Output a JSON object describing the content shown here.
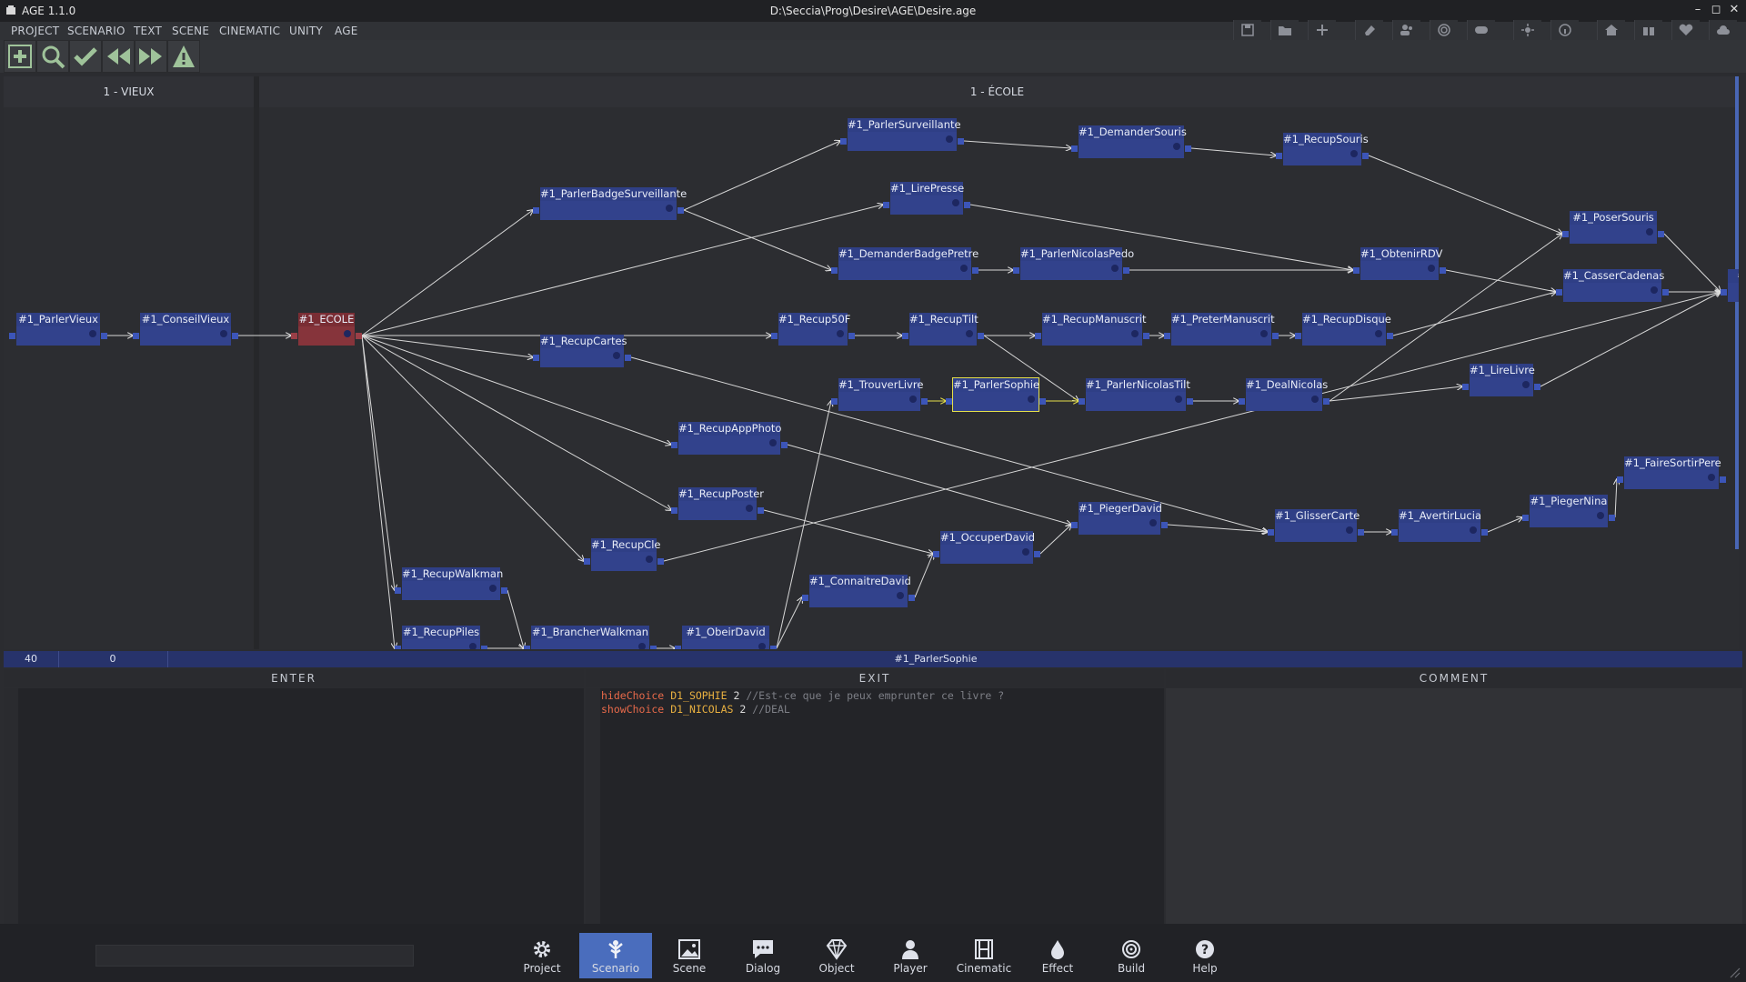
{
  "window": {
    "app_title": "AGE 1.1.0",
    "path": "D:\\Seccia\\Prog\\Desire\\AGE\\Desire.age",
    "min": "–",
    "max": "◻",
    "close": "✕"
  },
  "menu": [
    "PROJECT",
    "SCENARIO",
    "TEXT",
    "SCENE",
    "CINEMATIC",
    "UNITY",
    "AGE"
  ],
  "toolbar_icons": [
    "add-icon",
    "search-icon",
    "check-icon",
    "rewind-icon",
    "fast-forward-icon",
    "warning-icon"
  ],
  "right_toolbar_icons": [
    "save-icon",
    "folder-icon",
    "plus-icon",
    "eraser-icon",
    "users-icon",
    "spiral-icon",
    "gamepad-icon",
    "sun-icon",
    "info-icon",
    "home-icon",
    "gift-icon",
    "heart-icon",
    "cloud-icon"
  ],
  "graph": {
    "column_left": "1 - VIEUX",
    "column_main": "1 - ÉCOLE",
    "nodes": [
      {
        "id": "n0",
        "label": "#1_ParlerVieux"
      },
      {
        "id": "n1",
        "label": "#1_ConseilVieux"
      },
      {
        "id": "n2",
        "label": "#1_ECOLE"
      },
      {
        "id": "n3",
        "label": "#1_ParlerBadgeSurveillante"
      },
      {
        "id": "n4",
        "label": "#1_ParlerSurveillante"
      },
      {
        "id": "n5",
        "label": "#1_DemanderSouris"
      },
      {
        "id": "n6",
        "label": "#1_RecupSouris"
      },
      {
        "id": "n7",
        "label": "#1_LirePresse"
      },
      {
        "id": "n8",
        "label": "#1_DemanderBadgePretre"
      },
      {
        "id": "n9",
        "label": "#1_ParlerNicolasPedo"
      },
      {
        "id": "n10",
        "label": "#1_ObtenirRDV"
      },
      {
        "id": "n11",
        "label": "#1_PoserSouris"
      },
      {
        "id": "n12",
        "label": "#1_CasserCadenas"
      },
      {
        "id": "n13",
        "label": "#1_RecupCartes"
      },
      {
        "id": "n14",
        "label": "#1_Recup50F"
      },
      {
        "id": "n15",
        "label": "#1_RecupTilt"
      },
      {
        "id": "n16",
        "label": "#1_RecupManuscrit"
      },
      {
        "id": "n17",
        "label": "#1_PreterManuscrit"
      },
      {
        "id": "n18",
        "label": "#1_RecupDisque"
      },
      {
        "id": "n19",
        "label": "#1_TrouverLivre"
      },
      {
        "id": "n20",
        "label": "#1_ParlerSophie"
      },
      {
        "id": "n21",
        "label": "#1_ParlerNicolasTilt"
      },
      {
        "id": "n22",
        "label": "#1_DealNicolas"
      },
      {
        "id": "n23",
        "label": "#1_LireLivre"
      },
      {
        "id": "n24",
        "label": "#1_RecupAppPhoto"
      },
      {
        "id": "n25",
        "label": "#1_RecupPoster"
      },
      {
        "id": "n26",
        "label": "#1_FaireSortirPere"
      },
      {
        "id": "n27",
        "label": "#1_PiegerDavid"
      },
      {
        "id": "n28",
        "label": "#1_GlisserCarte"
      },
      {
        "id": "n29",
        "label": "#1_AvertirLucia"
      },
      {
        "id": "n30",
        "label": "#1_PiegerNina"
      },
      {
        "id": "n31",
        "label": "#1_OccuperDavid"
      },
      {
        "id": "n32",
        "label": "#1_RecupCle"
      },
      {
        "id": "n33",
        "label": "#1_ConnaitreDavid"
      },
      {
        "id": "n34",
        "label": "#1_RecupWalkman"
      },
      {
        "id": "n35",
        "label": "#1_RecupPiles"
      },
      {
        "id": "n36",
        "label": "#1_BrancherWalkman"
      },
      {
        "id": "n37",
        "label": "#1_ObeirDavid"
      },
      {
        "id": "n38",
        "label": "#"
      }
    ]
  },
  "status": {
    "zoom": "40",
    "value": "0",
    "selected": "#1_ParlerSophie"
  },
  "editors": {
    "enter_title": "ENTER",
    "exit_title": "EXIT",
    "comment_title": "COMMENT",
    "exit_lines": [
      {
        "cmd": "hideChoice",
        "arg": "D1_SOPHIE",
        "num": "2",
        "comment": "//Est-ce que je peux emprunter ce livre ?"
      },
      {
        "cmd": "showChoice",
        "arg": "D1_NICOLAS",
        "num": "2",
        "comment": "//DEAL"
      }
    ]
  },
  "nav": [
    {
      "label": "Project",
      "icon": "gear-icon"
    },
    {
      "label": "Scenario",
      "icon": "tree-icon",
      "active": true
    },
    {
      "label": "Scene",
      "icon": "image-icon"
    },
    {
      "label": "Dialog",
      "icon": "speech-icon"
    },
    {
      "label": "Object",
      "icon": "diamond-icon"
    },
    {
      "label": "Player",
      "icon": "person-icon"
    },
    {
      "label": "Cinematic",
      "icon": "film-icon"
    },
    {
      "label": "Effect",
      "icon": "drop-icon"
    },
    {
      "label": "Build",
      "icon": "spiral-icon"
    },
    {
      "label": "Help",
      "icon": "help-icon"
    }
  ]
}
